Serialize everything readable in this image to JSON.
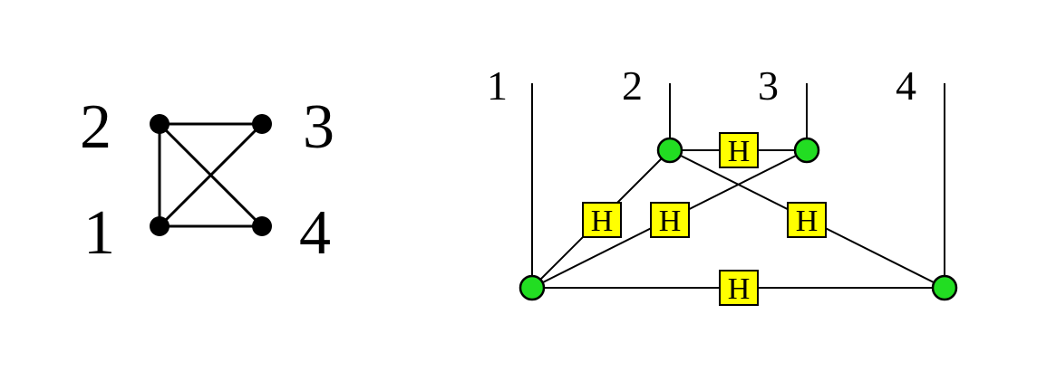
{
  "colors": {
    "background": "#ffffff",
    "line": "#000000",
    "graph_vertex": "#000000",
    "circuit_node_fill": "#22dd22",
    "gate_fill": "#ffff00"
  },
  "graph": {
    "labels": {
      "v1": "1",
      "v2": "2",
      "v3": "3",
      "v4": "4"
    }
  },
  "circuit": {
    "wire_labels": {
      "w1": "1",
      "w2": "2",
      "w3": "3",
      "w4": "4"
    },
    "gate_label": "H"
  }
}
